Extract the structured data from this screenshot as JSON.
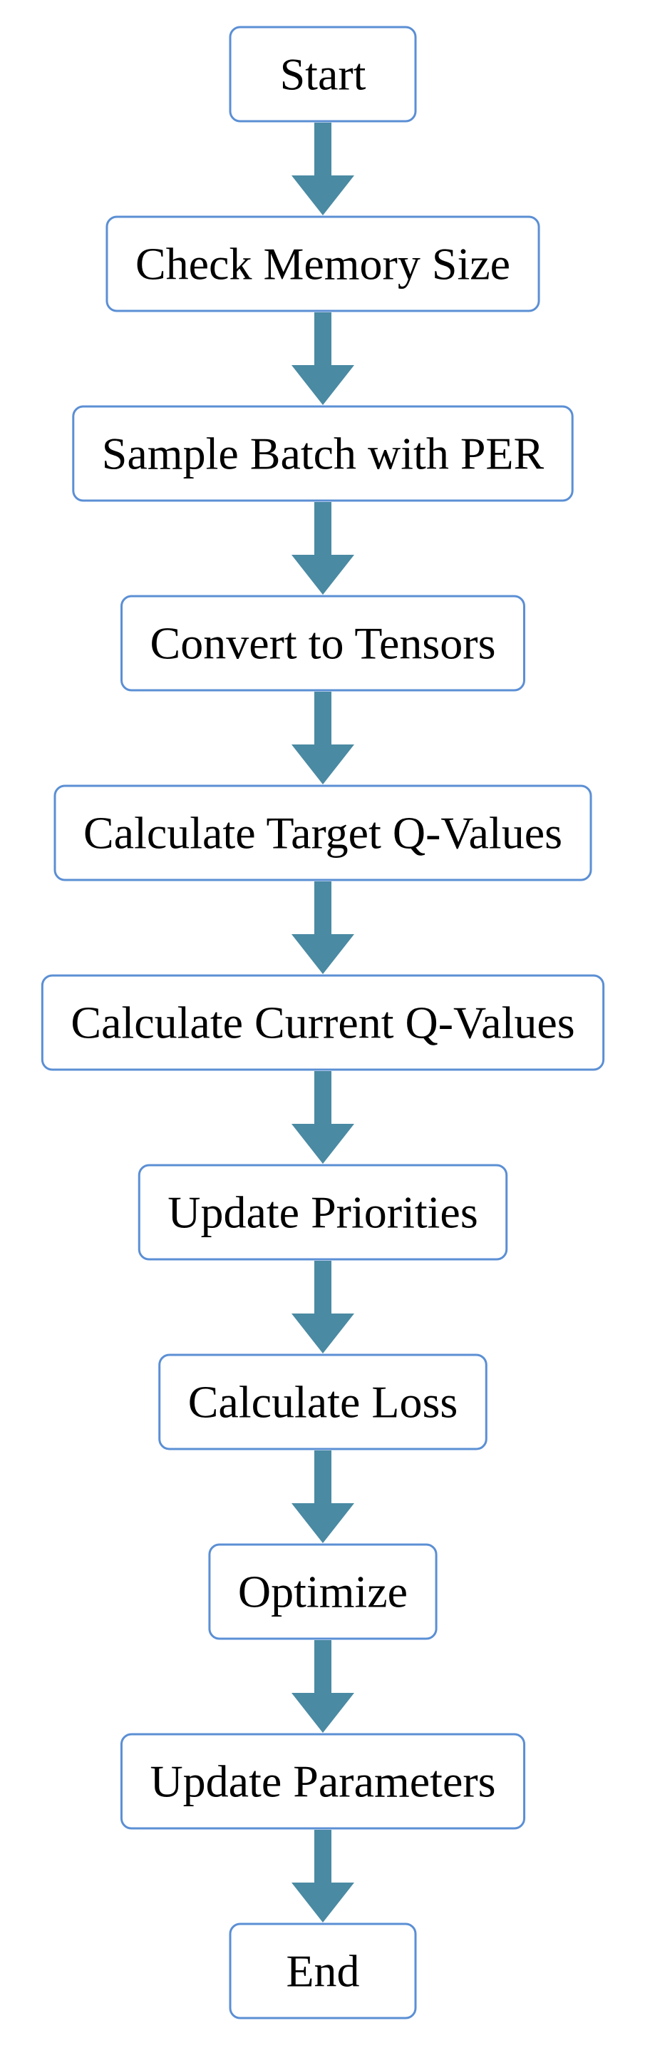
{
  "colors": {
    "node_border": "#5b8fd4",
    "arrow": "#4a8aa3",
    "text": "#000000",
    "background": "#ffffff"
  },
  "nodes": [
    {
      "id": "start",
      "label": "Start"
    },
    {
      "id": "check-memory-size",
      "label": "Check Memory Size"
    },
    {
      "id": "sample-batch-with-per",
      "label": "Sample Batch with PER"
    },
    {
      "id": "convert-to-tensors",
      "label": "Convert to Tensors"
    },
    {
      "id": "calculate-target-q-values",
      "label": "Calculate Target Q-Values"
    },
    {
      "id": "calculate-current-q-values",
      "label": "Calculate Current Q-Values"
    },
    {
      "id": "update-priorities",
      "label": "Update Priorities"
    },
    {
      "id": "calculate-loss",
      "label": "Calculate Loss"
    },
    {
      "id": "optimize",
      "label": "Optimize"
    },
    {
      "id": "update-parameters",
      "label": "Update Parameters"
    },
    {
      "id": "end",
      "label": "End"
    }
  ],
  "edges": [
    {
      "from": "start",
      "to": "check-memory-size"
    },
    {
      "from": "check-memory-size",
      "to": "sample-batch-with-per"
    },
    {
      "from": "sample-batch-with-per",
      "to": "convert-to-tensors"
    },
    {
      "from": "convert-to-tensors",
      "to": "calculate-target-q-values"
    },
    {
      "from": "calculate-target-q-values",
      "to": "calculate-current-q-values"
    },
    {
      "from": "calculate-current-q-values",
      "to": "update-priorities"
    },
    {
      "from": "update-priorities",
      "to": "calculate-loss"
    },
    {
      "from": "calculate-loss",
      "to": "optimize"
    },
    {
      "from": "optimize",
      "to": "update-parameters"
    },
    {
      "from": "update-parameters",
      "to": "end"
    }
  ]
}
